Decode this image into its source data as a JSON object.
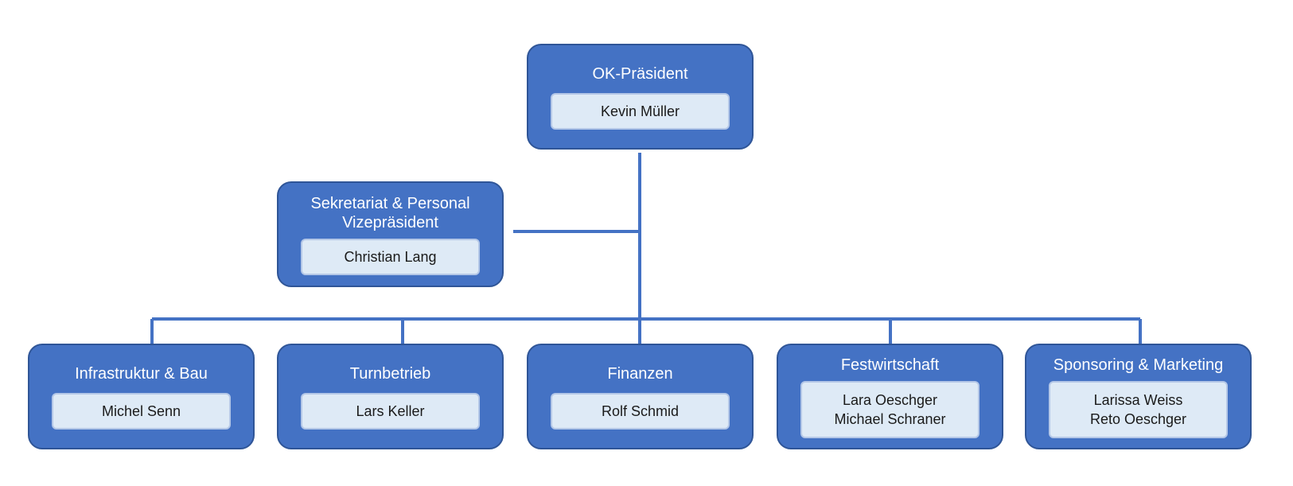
{
  "colors": {
    "unit_fill": "#4472C4",
    "unit_border": "#2F5597",
    "person_fill": "#DEEAF6",
    "person_border": "#B4C7E7",
    "connector": "#4472C4"
  },
  "president": {
    "title": "OK-Präsident",
    "people": [
      "Kevin Müller"
    ]
  },
  "staff": {
    "title_line1": "Sekretariat & Personal",
    "title_line2": "Vizepräsident",
    "people": [
      "Christian Lang"
    ]
  },
  "departments": [
    {
      "title": "Infrastruktur & Bau",
      "people": [
        "Michel Senn"
      ]
    },
    {
      "title": "Turnbetrieb",
      "people": [
        "Lars Keller"
      ]
    },
    {
      "title": "Finanzen",
      "people": [
        "Rolf Schmid"
      ]
    },
    {
      "title": "Festwirtschaft",
      "people": [
        "Lara Oeschger",
        "Michael Schraner"
      ]
    },
    {
      "title": "Sponsoring & Marketing",
      "people": [
        "Larissa Weiss",
        "Reto Oeschger"
      ]
    }
  ]
}
